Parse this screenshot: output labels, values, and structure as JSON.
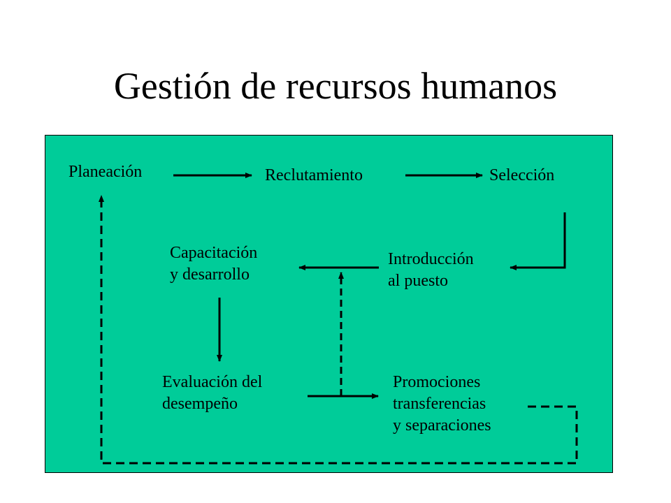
{
  "slide": {
    "title": "Gestión de recursos humanos",
    "panel_color": "#00CC99"
  },
  "nodes": {
    "planeacion": {
      "line1": "Planeación"
    },
    "reclutamiento": {
      "line1": "Reclutamiento"
    },
    "seleccion": {
      "line1": "Selección"
    },
    "capacitacion": {
      "line1": "Capacitación",
      "line2": "y desarrollo"
    },
    "introduccion": {
      "line1": "Introducción",
      "line2": "al puesto"
    },
    "evaluacion": {
      "line1": "Evaluación del",
      "line2": "desempeño"
    },
    "promociones": {
      "line1": "Promociones",
      "line2": "transferencias",
      "line3": "y separaciones"
    }
  }
}
